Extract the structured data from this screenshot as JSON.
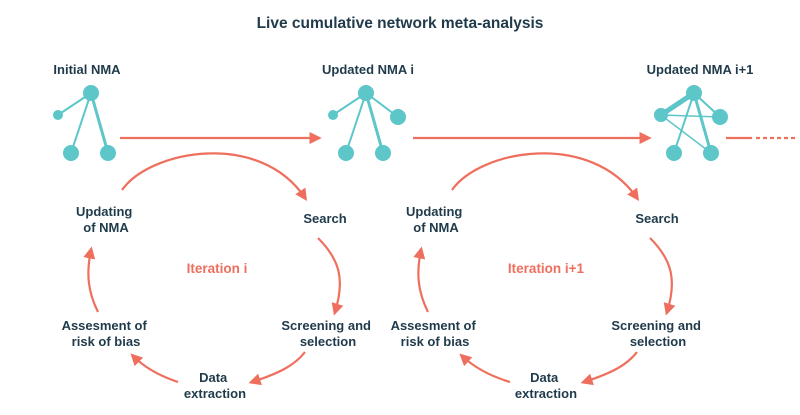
{
  "title": "Live cumulative network meta-analysis",
  "stages": {
    "initial": "Initial NMA",
    "updated_i": "Updated NMA i",
    "updated_i1": "Updated NMA i+1"
  },
  "cycles": [
    {
      "iteration": "Iteration i",
      "updating": [
        "Updating",
        "of NMA"
      ],
      "search": "Search",
      "screening": [
        "Screening and",
        "selection"
      ],
      "extraction": [
        "Data",
        "extraction"
      ],
      "assessment": [
        "Assesment of",
        "risk of bias"
      ]
    },
    {
      "iteration": "Iteration i+1",
      "updating": [
        "Updating",
        "of NMA"
      ],
      "search": "Search",
      "screening": [
        "Screening and",
        "selection"
      ],
      "extraction": [
        "Data",
        "extraction"
      ],
      "assessment": [
        "Assesment of",
        "risk of bias"
      ]
    }
  ],
  "colors": {
    "accent": "#ef6f5e",
    "network": "#5cc6c9",
    "text": "#1f3a4a"
  }
}
